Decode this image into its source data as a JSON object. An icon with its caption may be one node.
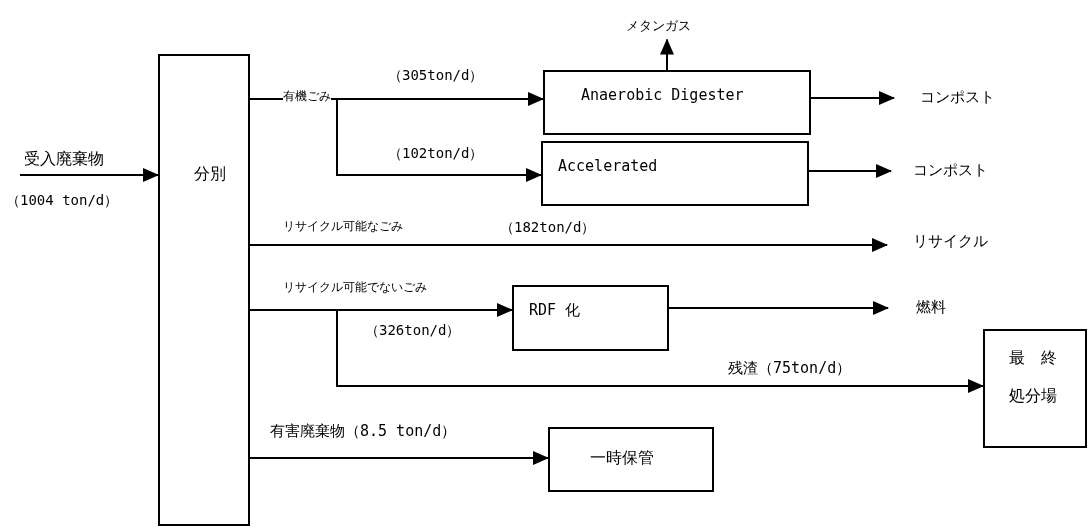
{
  "diagram": {
    "nodes": [
      {
        "text": [
          "分別"
        ]
      },
      {
        "text": [
          "Anaerobic Digester"
        ]
      },
      {
        "text": [
          "Accelerated"
        ]
      },
      {
        "text": [
          "RDF 化"
        ]
      },
      {
        "text": [
          "一時保管"
        ]
      },
      {
        "text": [
          "最　終処分場"
        ]
      },
      {
        "text": [
          "メタンガス"
        ]
      },
      {
        "text": [
          "コンポスト"
        ]
      },
      {
        "text": [
          "コンポスト"
        ]
      },
      {
        "text": [
          "リサイクル"
        ]
      },
      {
        "text": [
          "燃料"
        ]
      }
    ],
    "edges": [
      {
        "from": null,
        "to": 0,
        "arrow": "to",
        "label": "受入廃棄物"
      },
      {
        "from": 0,
        "to": 1,
        "arrow": "to",
        "label": "（305ton/d）"
      },
      {
        "from": 0,
        "to": 2,
        "arrow": "to",
        "label": "（102ton/d）"
      },
      {
        "from": 1,
        "to": 6,
        "arrow": "to"
      },
      {
        "from": 1,
        "to": 7,
        "arrow": "to"
      },
      {
        "from": 2,
        "to": 8,
        "arrow": "to"
      },
      {
        "from": 0,
        "to": 9,
        "arrow": "to",
        "label": "（182ton/d）"
      },
      {
        "from": 0,
        "to": 3,
        "arrow": "to",
        "label": "（326ton/d）"
      },
      {
        "from": 3,
        "to": 10,
        "arrow": "to"
      },
      {
        "from": 0,
        "to": 5,
        "arrow": "to",
        "label": "残渣（75ton/d）"
      },
      {
        "from": 0,
        "to": 4,
        "arrow": "to",
        "label": "有害廃棄物（8.5 ton/d）"
      }
    ],
    "labels": [
      "（1004 ton/d）",
      "有機ごみ",
      "リサイクル可能なごみ",
      "リサイクル可能でないごみ"
    ]
  }
}
